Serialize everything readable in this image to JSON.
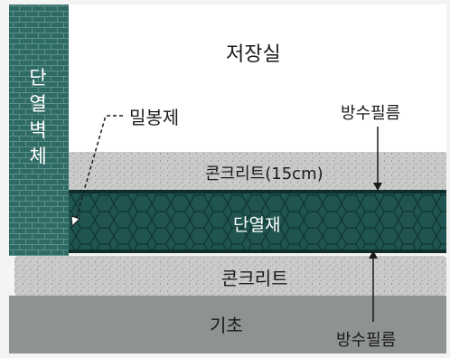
{
  "labels": {
    "storage_room": "저장실",
    "insulated_wall_chars": [
      "단",
      "열",
      "벽",
      "체"
    ],
    "sealant": "밀봉제",
    "waterproof_film_top": "방수필름",
    "concrete_top": "콘크리트(15cm)",
    "insulation": "단열재",
    "concrete_bottom": "콘크리트",
    "foundation": "기초",
    "waterproof_film_bottom": "방수필름"
  },
  "colors": {
    "wall_teal": "#2f6a64",
    "insulation_teal": "#1f5450",
    "concrete": "#c9cbc9",
    "foundation": "#8e9290",
    "storage_room": "#ffffff"
  }
}
